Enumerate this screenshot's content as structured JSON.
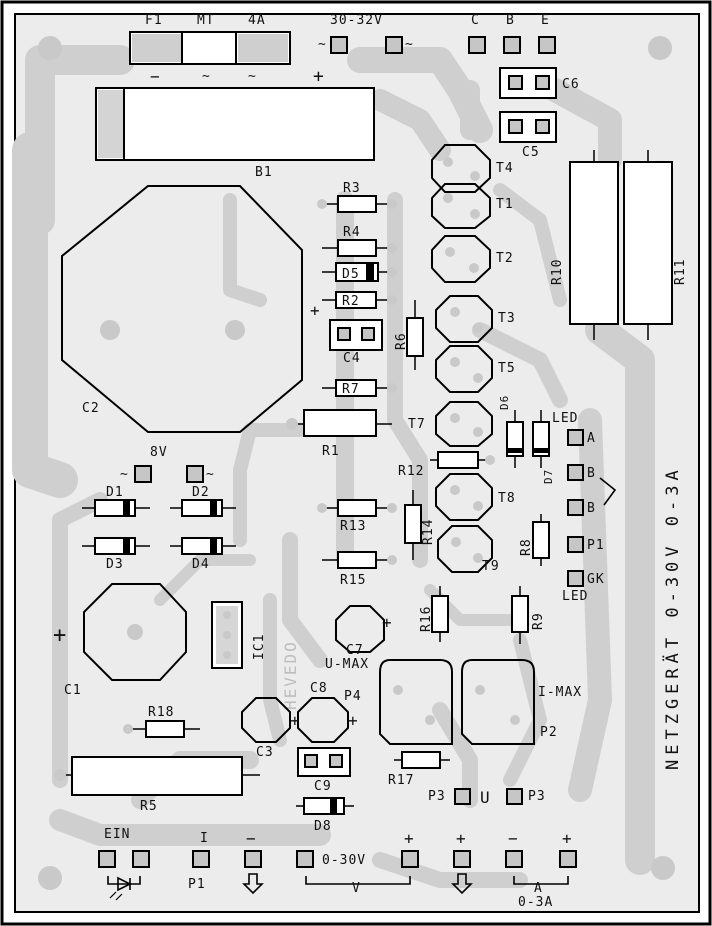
{
  "title_vertical": "NETZGERÄT 0-30V 0-3A",
  "fuse": {
    "ref": "F1",
    "type": "MT",
    "rating": "4A",
    "minus": "−",
    "plus": "+"
  },
  "input_voltage": "30-32V",
  "transistor_pins": [
    "C",
    "B",
    "E"
  ],
  "led_pins": [
    "A",
    "B",
    "B",
    "P1",
    "GK"
  ],
  "labels": {
    "C6": "C6",
    "C5": "C5",
    "T4": "T4",
    "T1": "T1",
    "T2": "T2",
    "T3": "T3",
    "T5": "T5",
    "T7": "T7",
    "T8": "T8",
    "T9": "T9",
    "B1": "B1",
    "R3": "R3",
    "R4": "R4",
    "D5": "D5",
    "R2": "R2",
    "R6": "R6",
    "C4": "C4",
    "R7": "R7",
    "R1": "R1",
    "C2": "C2",
    "R10": "R10",
    "R11": "R11",
    "8V": "8V",
    "D1": "D1",
    "D2": "D2",
    "D3": "D3",
    "D4": "D4",
    "R12": "R12",
    "R13": "R13",
    "R14": "R14",
    "R15": "R15",
    "R16": "R16",
    "R8": "R8",
    "R9": "R9",
    "D6": "D6",
    "D7": "D7",
    "LED": "LED",
    "LED2": "LED",
    "C1": "C1",
    "IC1": "IC1",
    "C7": "C7",
    "UMAX": "U-MAX",
    "IMAX": "I-MAX",
    "P4": "P4",
    "P2": "P2",
    "C8": "C8",
    "R18": "R18",
    "C3": "C3",
    "C9": "C9",
    "R17": "R17",
    "P3a": "P3",
    "P3b": "P3",
    "U": "U",
    "R5": "R5",
    "D8": "D8",
    "watermark": "HEVEDO",
    "EIN": "EIN",
    "I": "I",
    "P1": "P1",
    "V030": "0-30V",
    "V": "V",
    "A": "A",
    "A030": "0-3A"
  },
  "bottom_signs": [
    "−",
    "+",
    "+",
    "−",
    "+"
  ],
  "ac_symbol": "~",
  "plus_sign": "+"
}
